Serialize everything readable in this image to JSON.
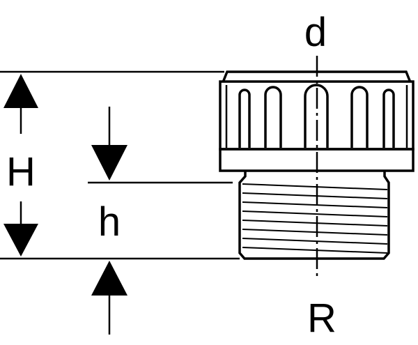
{
  "labels": {
    "H": "H",
    "h": "h",
    "d": "d",
    "R": "R"
  },
  "colors": {
    "ink": "#000000",
    "background": "#ffffff"
  }
}
